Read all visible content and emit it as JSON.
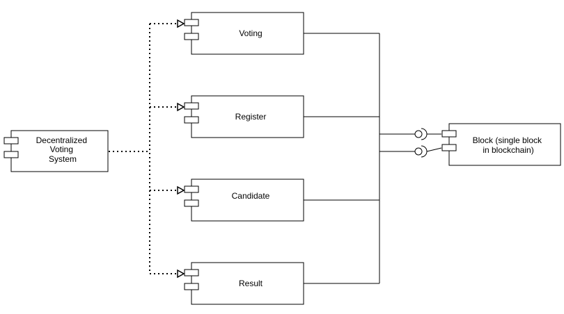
{
  "components": {
    "system": {
      "lines": [
        "Decentralized",
        "Voting",
        "System"
      ]
    },
    "voting": {
      "lines": [
        "Voting"
      ]
    },
    "register": {
      "lines": [
        "Register"
      ]
    },
    "candidate": {
      "lines": [
        "Candidate"
      ]
    },
    "result": {
      "lines": [
        "Result"
      ]
    },
    "block": {
      "lines": [
        "Block (single block",
        "in blockchain)"
      ]
    }
  }
}
